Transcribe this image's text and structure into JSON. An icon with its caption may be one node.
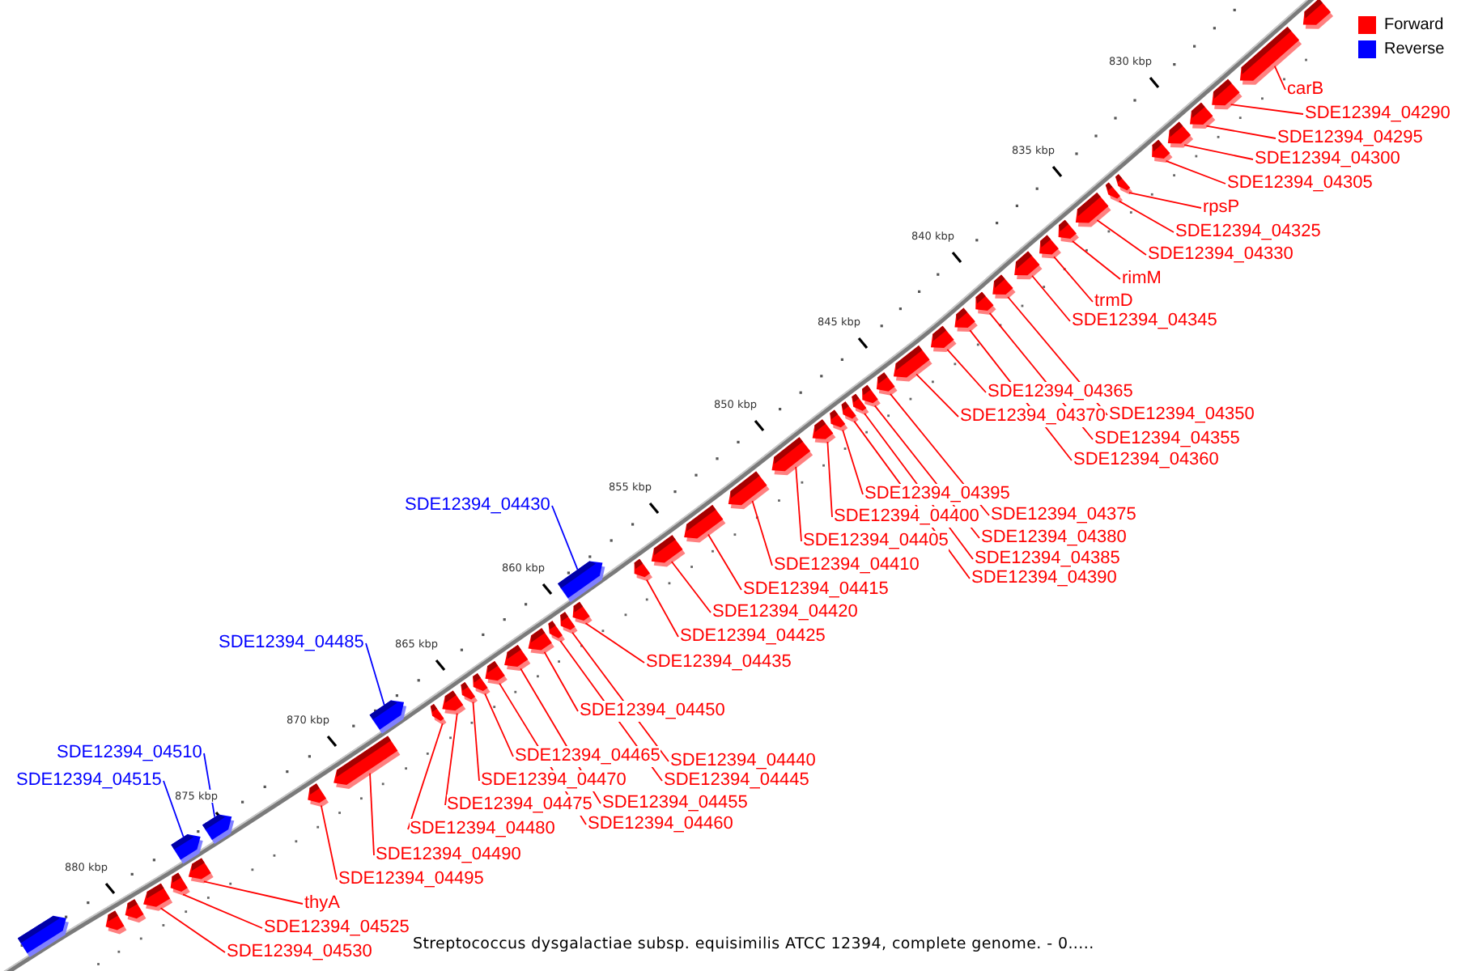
{
  "diagram": {
    "caption": "Streptococcus dysgalactiae subsp. equisimilis ATCC 12394, complete genome. - 0.....",
    "nodes": [
      {
        "text": [
          "carB"
        ]
      },
      {
        "text": [
          "SDE12394_04290"
        ]
      },
      {
        "text": [
          "SDE12394_04295"
        ]
      },
      {
        "text": [
          "SDE12394_04300"
        ]
      },
      {
        "text": [
          "SDE12394_04305"
        ]
      },
      {
        "text": [
          "rpsP"
        ]
      },
      {
        "text": [
          "SDE12394_04325"
        ]
      },
      {
        "text": [
          "SDE12394_04330"
        ]
      },
      {
        "text": [
          "rimM"
        ]
      },
      {
        "text": [
          "trmD"
        ]
      },
      {
        "text": [
          "SDE12394_04345"
        ]
      },
      {
        "text": [
          "SDE12394_04365"
        ]
      },
      {
        "text": [
          "SDE12394_04350"
        ]
      },
      {
        "text": [
          "SDE12394_04370"
        ]
      },
      {
        "text": [
          "SDE12394_04355"
        ]
      },
      {
        "text": [
          "SDE12394_04360"
        ]
      },
      {
        "text": [
          "SDE12394_04395"
        ]
      },
      {
        "text": [
          "SDE12394_04430"
        ]
      },
      {
        "text": [
          "SDE12394_04375"
        ]
      },
      {
        "text": [
          "SDE12394_04400"
        ]
      },
      {
        "text": [
          "SDE12394_04380"
        ]
      },
      {
        "text": [
          "SDE12394_04405"
        ]
      },
      {
        "text": [
          "SDE12394_04385"
        ]
      },
      {
        "text": [
          "SDE12394_04410"
        ]
      },
      {
        "text": [
          "SDE12394_04390"
        ]
      },
      {
        "text": [
          "SDE12394_04415"
        ]
      },
      {
        "text": [
          "SDE12394_04420"
        ]
      },
      {
        "text": [
          "SDE12394_04425"
        ]
      },
      {
        "text": [
          "SDE12394_04485"
        ]
      },
      {
        "text": [
          "SDE12394_04435"
        ]
      },
      {
        "text": [
          "SDE12394_04450"
        ]
      },
      {
        "text": [
          "SDE12394_04510"
        ]
      },
      {
        "text": [
          "SDE12394_04465"
        ]
      },
      {
        "text": [
          "SDE12394_04440"
        ]
      },
      {
        "text": [
          "SDE12394_04470"
        ]
      },
      {
        "text": [
          "SDE12394_04515"
        ]
      },
      {
        "text": [
          "SDE12394_04445"
        ]
      },
      {
        "text": [
          "SDE12394_04455"
        ]
      },
      {
        "text": [
          "SDE12394_04475"
        ]
      },
      {
        "text": [
          "SDE12394_04460"
        ]
      },
      {
        "text": [
          "SDE12394_04480"
        ]
      },
      {
        "text": [
          "SDE12394_04490"
        ]
      },
      {
        "text": [
          "SDE12394_04495"
        ]
      },
      {
        "text": [
          "thyA"
        ]
      },
      {
        "text": [
          "SDE12394_04525"
        ]
      },
      {
        "text": [
          "SDE12394_04530"
        ]
      },
      {
        "text": [],
        "shape": "arrow"
      },
      {
        "text": [],
        "shape": "arrow"
      },
      {
        "text": [],
        "shape": "arrow"
      },
      {
        "text": [],
        "shape": "arrow"
      },
      {
        "text": [],
        "shape": "arrow"
      },
      {
        "text": [],
        "shape": "arrow"
      },
      {
        "text": [],
        "shape": "arrow"
      },
      {
        "text": [],
        "shape": "arrow"
      },
      {
        "text": [],
        "shape": "arrow"
      },
      {
        "text": [],
        "shape": "arrow"
      },
      {
        "text": [],
        "shape": "arrow"
      },
      {
        "text": [],
        "shape": "arrow"
      },
      {
        "text": [],
        "shape": "arrow"
      },
      {
        "text": [],
        "shape": "arrow"
      },
      {
        "text": [],
        "shape": "arrow"
      },
      {
        "text": [],
        "shape": "arrow"
      },
      {
        "text": [],
        "shape": "arrow"
      },
      {
        "text": [],
        "shape": "arrow"
      },
      {
        "text": [],
        "shape": "arrow"
      },
      {
        "text": [],
        "shape": "arrow"
      },
      {
        "text": [],
        "shape": "arrow"
      },
      {
        "text": [],
        "shape": "arrow"
      },
      {
        "text": [],
        "shape": "arrow"
      },
      {
        "text": [],
        "shape": "arrow"
      },
      {
        "text": [],
        "shape": "arrow"
      },
      {
        "text": [],
        "shape": "arrow"
      },
      {
        "text": [],
        "shape": "arrow"
      },
      {
        "text": [],
        "shape": "arrow"
      },
      {
        "text": [],
        "shape": "arrow"
      },
      {
        "text": [],
        "shape": "arrow"
      },
      {
        "text": [],
        "shape": "arrow"
      },
      {
        "text": [],
        "shape": "arrow"
      },
      {
        "text": [],
        "shape": "arrow"
      },
      {
        "text": [],
        "shape": "arrow"
      },
      {
        "text": [],
        "shape": "arrow"
      },
      {
        "text": [],
        "shape": "arrow"
      },
      {
        "text": [],
        "shape": "arrow"
      },
      {
        "text": [],
        "shape": "arrow"
      },
      {
        "text": [],
        "shape": "arrow"
      },
      {
        "text": [],
        "shape": "arrow"
      },
      {
        "text": [],
        "shape": "arrow"
      },
      {
        "text": [],
        "shape": "arrow"
      },
      {
        "text": [],
        "shape": "arrow"
      },
      {
        "text": [],
        "shape": "arrow"
      },
      {
        "text": [],
        "shape": "arrow"
      },
      {
        "text": [],
        "shape": "arrow"
      },
      {
        "text": [],
        "shape": "arrow"
      },
      {
        "text": [],
        "shape": "arrow"
      },
      {
        "text": [],
        "shape": "arrow"
      },
      {
        "text": [],
        "shape": "arrow"
      }
    ],
    "edges": [
      {
        "from": 0,
        "to": 47,
        "arrow": "none"
      },
      {
        "from": 1,
        "to": 48,
        "arrow": "none"
      },
      {
        "from": 2,
        "to": 49,
        "arrow": "none"
      },
      {
        "from": 3,
        "to": 50,
        "arrow": "none"
      },
      {
        "from": 4,
        "to": 51,
        "arrow": "none"
      },
      {
        "from": 5,
        "to": 52,
        "arrow": "none"
      },
      {
        "from": 6,
        "to": 53,
        "arrow": "none"
      },
      {
        "from": 7,
        "to": 54,
        "arrow": "none"
      },
      {
        "from": 8,
        "to": 55,
        "arrow": "none"
      },
      {
        "from": 9,
        "to": 56,
        "arrow": "none"
      },
      {
        "from": 10,
        "to": 57,
        "arrow": "none"
      },
      {
        "from": 11,
        "to": 61,
        "arrow": "none"
      },
      {
        "from": 12,
        "to": 58,
        "arrow": "none"
      },
      {
        "from": 13,
        "to": 62,
        "arrow": "none"
      },
      {
        "from": 14,
        "to": 59,
        "arrow": "none"
      },
      {
        "from": 15,
        "to": 60,
        "arrow": "none"
      },
      {
        "from": 16,
        "to": 67,
        "arrow": "none"
      },
      {
        "from": 17,
        "to": 74,
        "arrow": "none",
        "color": "#0000ff"
      },
      {
        "from": 18,
        "to": 63,
        "arrow": "none"
      },
      {
        "from": 19,
        "to": 68,
        "arrow": "none"
      },
      {
        "from": 20,
        "to": 64,
        "arrow": "none"
      },
      {
        "from": 21,
        "to": 69,
        "arrow": "none"
      },
      {
        "from": 22,
        "to": 65,
        "arrow": "none"
      },
      {
        "from": 23,
        "to": 70,
        "arrow": "none"
      },
      {
        "from": 24,
        "to": 66,
        "arrow": "none"
      },
      {
        "from": 25,
        "to": 71,
        "arrow": "none"
      },
      {
        "from": 26,
        "to": 72,
        "arrow": "none"
      },
      {
        "from": 27,
        "to": 73,
        "arrow": "none"
      },
      {
        "from": 28,
        "to": 85,
        "arrow": "none",
        "color": "#0000ff"
      },
      {
        "from": 29,
        "to": 75,
        "arrow": "none"
      },
      {
        "from": 30,
        "to": 78,
        "arrow": "none"
      },
      {
        "from": 31,
        "to": 88,
        "arrow": "none",
        "color": "#0000ff"
      },
      {
        "from": 32,
        "to": 81,
        "arrow": "none"
      },
      {
        "from": 33,
        "to": 76,
        "arrow": "none"
      },
      {
        "from": 34,
        "to": 82,
        "arrow": "none"
      },
      {
        "from": 35,
        "to": 89,
        "arrow": "none",
        "color": "#0000ff"
      },
      {
        "from": 36,
        "to": 77,
        "arrow": "none"
      },
      {
        "from": 37,
        "to": 79,
        "arrow": "none"
      },
      {
        "from": 38,
        "to": 83,
        "arrow": "none"
      },
      {
        "from": 39,
        "to": 80,
        "arrow": "none"
      },
      {
        "from": 40,
        "to": 84,
        "arrow": "none"
      },
      {
        "from": 41,
        "to": 86,
        "arrow": "none"
      },
      {
        "from": 42,
        "to": 87,
        "arrow": "none"
      },
      {
        "from": 43,
        "to": 90,
        "arrow": "none"
      },
      {
        "from": 44,
        "to": 91,
        "arrow": "none"
      },
      {
        "from": 45,
        "to": 92,
        "arrow": "none"
      }
    ],
    "labels": [
      "830 kbp",
      "835 kbp",
      "840 kbp",
      "845 kbp",
      "850 kbp",
      "855 kbp",
      "860 kbp",
      "865 kbp",
      "870 kbp",
      "875 kbp",
      "880 kbp"
    ],
    "legend": [
      {
        "text": "Forward",
        "color": "#ff0000"
      },
      {
        "text": "Reverse",
        "color": "#0000ff"
      }
    ]
  }
}
